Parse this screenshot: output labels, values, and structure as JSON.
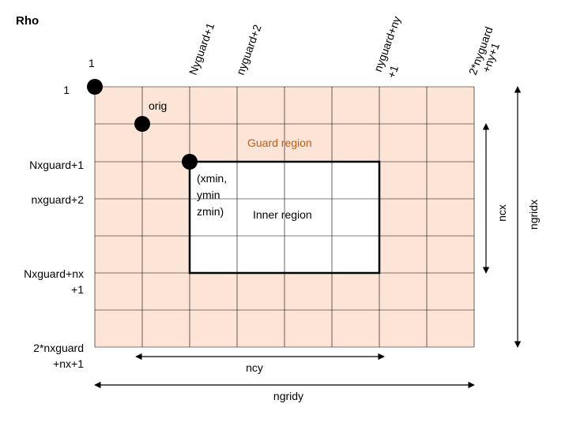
{
  "title": "Rho",
  "top_labels": {
    "corner": "1",
    "nyguard_plus1": "Nyguard+1",
    "nyguard_plus2": "nyguard+2",
    "nyguard_ny_plus1": [
      "nyguard+ny",
      "+1"
    ],
    "two_nyguard": [
      "2*nyguard",
      "+ny+1"
    ]
  },
  "left_labels": {
    "one": "1",
    "nxguard_plus1": "Nxguard+1",
    "nxguard_plus2": "nxguard+2",
    "nxguard_nx_plus1": [
      "Nxguard+nx",
      "+1"
    ],
    "two_nxguard": [
      "2*nxguard",
      "+nx+1"
    ]
  },
  "region_labels": {
    "orig": "orig",
    "guard_region": "Guard region",
    "inner_region": "Inner region",
    "min_point": [
      "(xmin,",
      "ymin",
      "zmin)"
    ]
  },
  "dimensions": {
    "ncx": "ncx",
    "ngridx": "ngridx",
    "ncy": "ncy",
    "ngridy": "ngridy"
  },
  "colors": {
    "guard_fill": "#fce4d6",
    "guard_text": "#c55a11",
    "inner_fill": "#ffffff",
    "lines": "#000000"
  }
}
